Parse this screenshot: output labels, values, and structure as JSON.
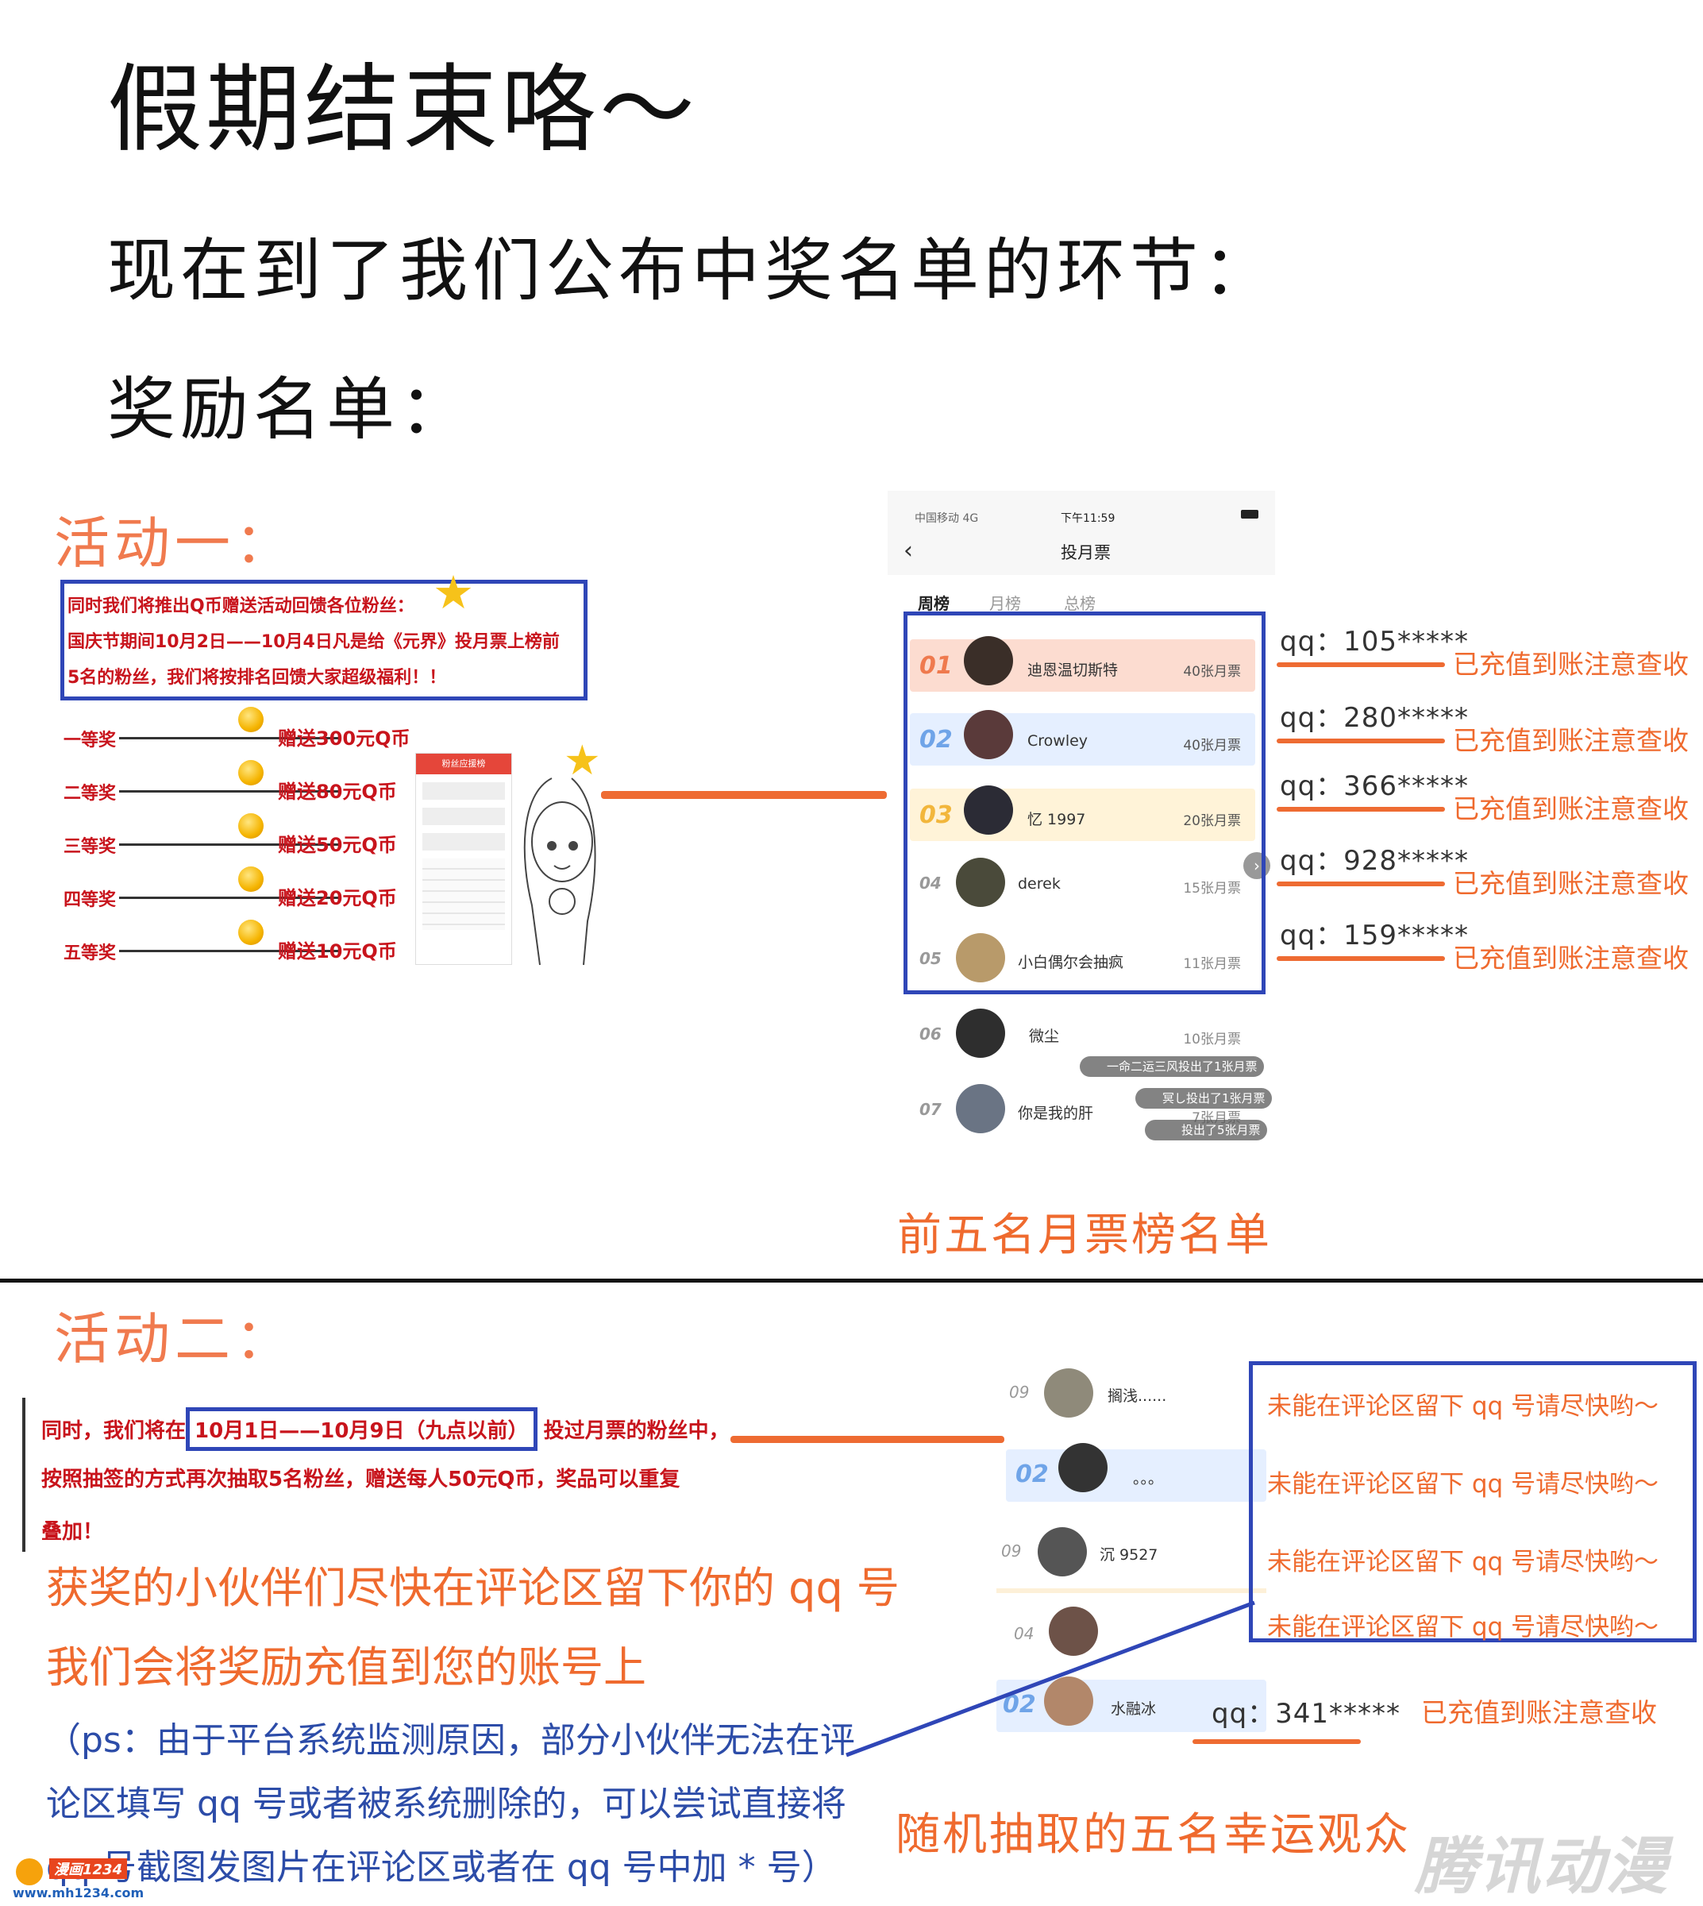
{
  "header": {
    "title": "假期结束咯～",
    "subtitle": "现在到了我们公布中奖名单的环节：",
    "list_label": "奖励名单："
  },
  "activity1": {
    "label": "活动一：",
    "notice_line1": "同时我们将推出Q币赠送活动回馈各位粉丝：",
    "notice_line2": "国庆节期间10月2日——10月4日凡是给《元界》投月票上榜前",
    "notice_line3": "5名的粉丝，我们将按排名回馈大家超级福利！！",
    "prizes": [
      {
        "rank": "一等奖",
        "reward": "赠送300元Q币"
      },
      {
        "rank": "二等奖",
        "reward": "赠送80元Q币"
      },
      {
        "rank": "三等奖",
        "reward": "赠送50元Q币"
      },
      {
        "rank": "四等奖",
        "reward": "赠送20元Q币"
      },
      {
        "rank": "五等奖",
        "reward": "赠送10元Q币"
      }
    ],
    "mini_board_title": "粉丝应援榜"
  },
  "phone": {
    "carrier": "中国移动 4G",
    "time": "下午11:59",
    "page_title": "投月票",
    "tabs": [
      "周榜",
      "月榜",
      "总榜"
    ],
    "rows": [
      {
        "rank": "01",
        "name": "迪恩温切斯特",
        "tickets": "40张月票"
      },
      {
        "rank": "02",
        "name": "Crowley",
        "tickets": "40张月票"
      },
      {
        "rank": "03",
        "name": "忆 1997",
        "tickets": "20张月票"
      },
      {
        "rank": "04",
        "name": "derek",
        "tickets": "15张月票"
      },
      {
        "rank": "05",
        "name": "小白偶尔会抽疯",
        "tickets": "11张月票"
      },
      {
        "rank": "06",
        "name": "微尘",
        "tickets": "10张月票"
      },
      {
        "rank": "07",
        "name": "你是我的肝",
        "tickets": "7张月票"
      }
    ],
    "toasts": [
      "一命二运三风投出了1张月票",
      "冥し投出了1张月票",
      "投出了5张月票"
    ],
    "caption": "前五名月票榜名单"
  },
  "winners1": [
    {
      "qq": "qq：105*****",
      "status": "已充值到账注意查收"
    },
    {
      "qq": "qq：280*****",
      "status": "已充值到账注意查收"
    },
    {
      "qq": "qq：366*****",
      "status": "已充值到账注意查收"
    },
    {
      "qq": "qq：928*****",
      "status": "已充值到账注意查收"
    },
    {
      "qq": "qq：159*****",
      "status": "已充值到账注意查收"
    }
  ],
  "activity2": {
    "label": "活动二：",
    "notice_pre": "同时，我们将在",
    "notice_date": "10月1日——10月9日（九点以前）",
    "notice_post": "投过月票的粉丝中，",
    "notice_line2": "按照抽签的方式再次抽取5名粉丝，赠送每人50元Q币，奖品可以重复",
    "notice_line3": "叠加！",
    "msg_line1": "获奖的小伙伴们尽快在评论区留下你的 qq 号",
    "msg_line2": "我们会将奖励充值到您的账号上",
    "ps_line1": "（ps：由于平台系统监测原因，部分小伙伴无法在评",
    "ps_line2": "论区填写 qq 号或者被系统删除的，可以尝试直接将",
    "ps_line3": "qq 号截图发图片在评论区或者在 qq 号中加 * 号）",
    "draw_rows": [
      {
        "rank": "09",
        "name": "搁浅......"
      },
      {
        "rank": "02",
        "name": "。。。"
      },
      {
        "rank": "09",
        "name": "沉 9527"
      },
      {
        "rank": "04",
        "name": ""
      },
      {
        "rank": "02",
        "name": "水融冰"
      }
    ],
    "pending": [
      "未能在评论区留下 qq 号请尽快哟～",
      "未能在评论区留下 qq 号请尽快哟～",
      "未能在评论区留下 qq 号请尽快哟～",
      "未能在评论区留下 qq 号请尽快哟～"
    ],
    "winner_qq": "qq：341*****",
    "winner_status": "已充值到账注意查收",
    "caption": "随机抽取的五名幸运观众"
  },
  "watermarks": {
    "left": "www.mh1234.com",
    "left_badge": "漫画1234",
    "right": "腾讯动漫"
  },
  "colors": {
    "accent_orange": "#ef6a2e",
    "box_blue": "#2f46b7",
    "notice_red": "#c8141c"
  }
}
